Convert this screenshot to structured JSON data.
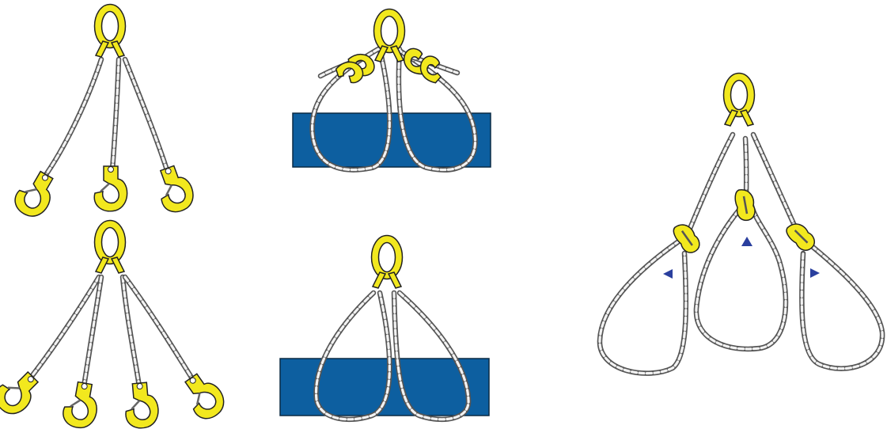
{
  "colors": {
    "fitting_yellow": "#f2e81e",
    "load_blue": "#0d5fa0",
    "marker_blue": "#2a3f9e",
    "chain_gray": "#555555",
    "background": "#ffffff"
  },
  "figures": [
    {
      "id": "two-leg",
      "legs": 3,
      "fitting": "hook"
    },
    {
      "id": "basket-top",
      "fitting": "grab-hook",
      "load": "blue-block"
    },
    {
      "id": "four-leg",
      "legs": 4,
      "fitting": "hook"
    },
    {
      "id": "basket-bottom",
      "fitting": "none",
      "load": "blue-block"
    },
    {
      "id": "adjustable-loops",
      "loops": 3,
      "fitting": "shortening-clutch",
      "markers": 3
    }
  ]
}
